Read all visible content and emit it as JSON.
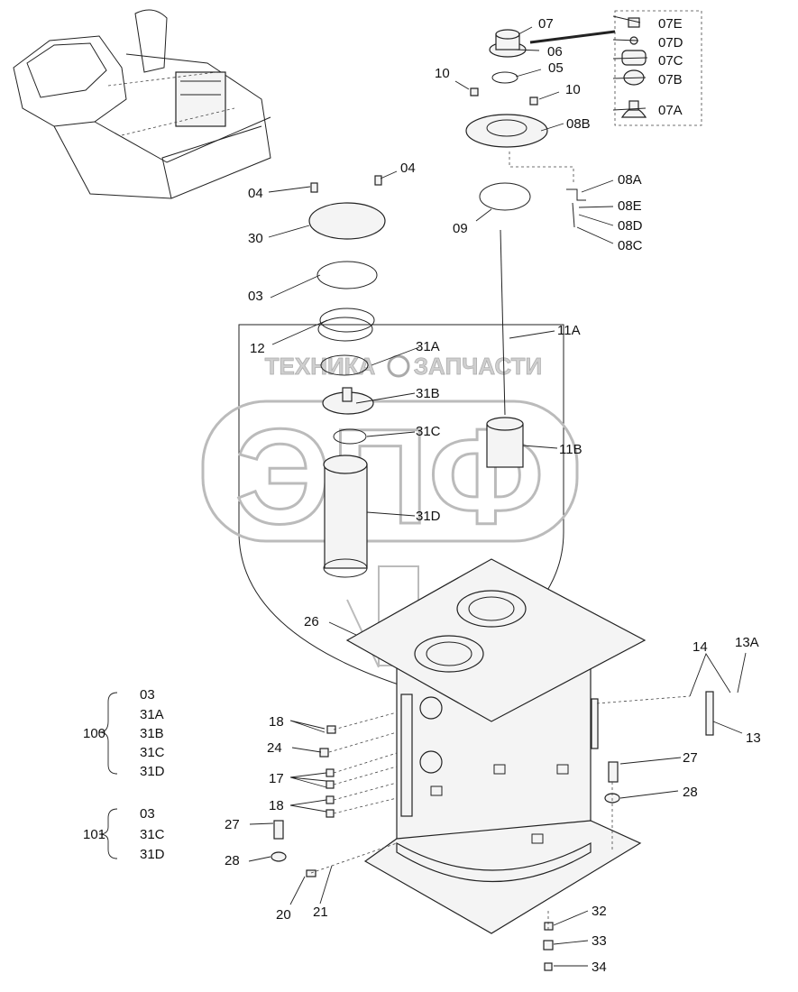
{
  "watermark": {
    "brand": "ЭПФ",
    "company": "ТЕХНИКА",
    "company2": "ЗАПЧАСТИ"
  },
  "labels": {
    "l07": "07",
    "l06": "06",
    "l05": "05",
    "l10a": "10",
    "l10b": "10",
    "l08B": "08B",
    "l07E": "07E",
    "l07D": "07D",
    "l07C": "07C",
    "l07B": "07B",
    "l07A": "07A",
    "l08A": "08A",
    "l08E": "08E",
    "l08D": "08D",
    "l08C": "08C",
    "l09": "09",
    "l04a": "04",
    "l04b": "04",
    "l30": "30",
    "l03": "03",
    "l12": "12",
    "l11A": "11A",
    "l31A": "31A",
    "l31B": "31B",
    "l31C": "31C",
    "l11B": "11B",
    "l31D": "31D",
    "l26": "26",
    "l14": "14",
    "l13A": "13A",
    "l13": "13",
    "l18a": "18",
    "l24": "24",
    "l17": "17",
    "l18b": "18",
    "l27a": "27",
    "l28a": "28",
    "l27b": "27",
    "l28b": "28",
    "l20": "20",
    "l21": "21",
    "l32": "32",
    "l33": "33",
    "l34": "34"
  },
  "kits": [
    {
      "id": "100",
      "items": [
        "03",
        "31A",
        "31B",
        "31C",
        "31D"
      ]
    },
    {
      "id": "101",
      "items": [
        "03",
        "31C",
        "31D"
      ]
    }
  ]
}
